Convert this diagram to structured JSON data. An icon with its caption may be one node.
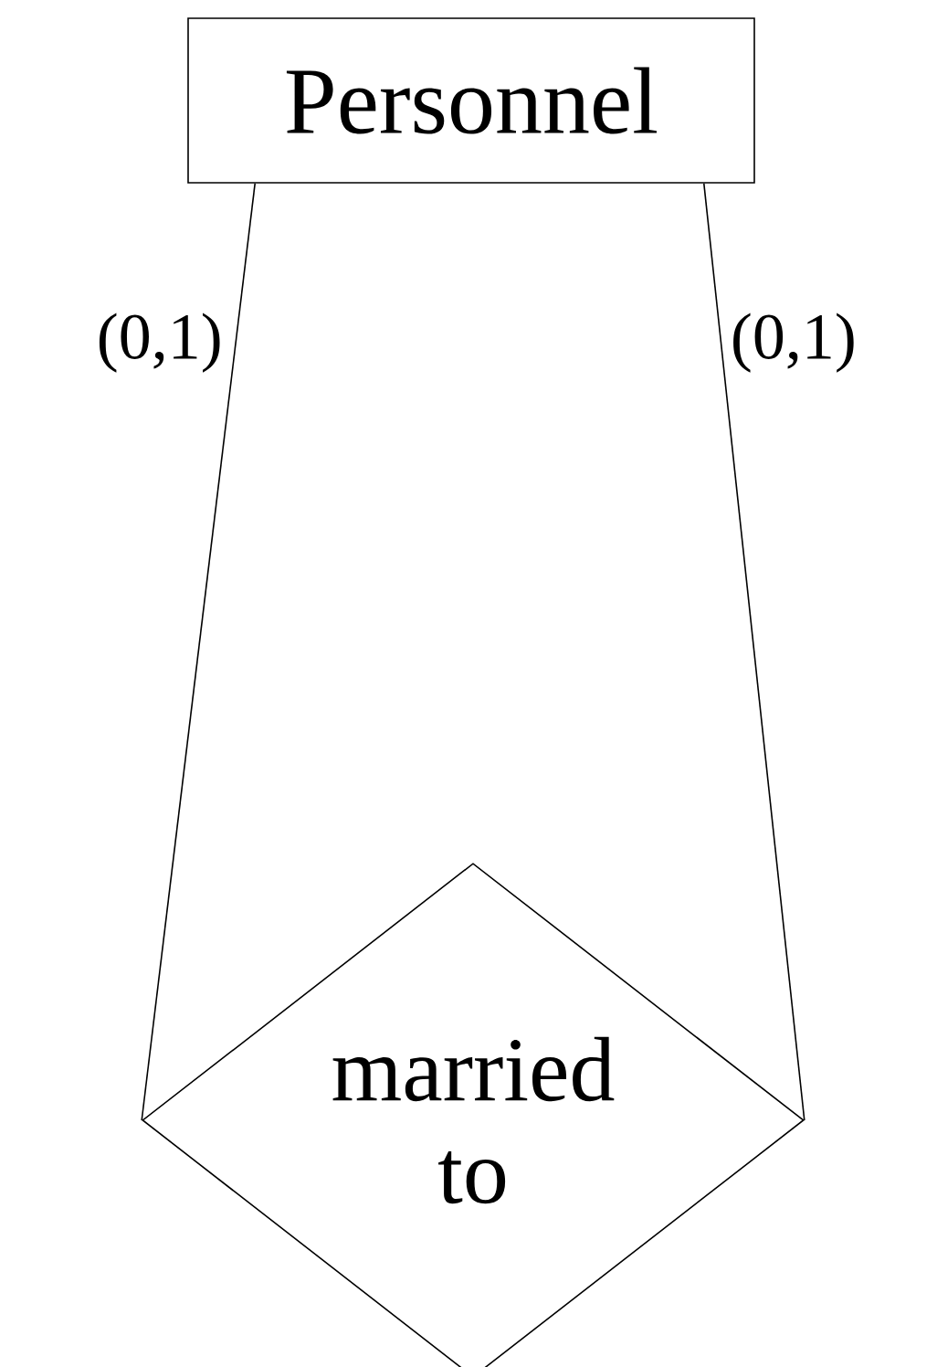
{
  "diagram": {
    "nodes": [
      {
        "text": [
          "Personnel"
        ]
      },
      {
        "text": [
          "married to"
        ]
      }
    ],
    "edges": [
      {
        "from": 0,
        "to": 1,
        "arrow": "none",
        "label": "(0,1)"
      },
      {
        "from": 0,
        "to": 1,
        "arrow": "none",
        "label": "(0,1)"
      }
    ]
  }
}
